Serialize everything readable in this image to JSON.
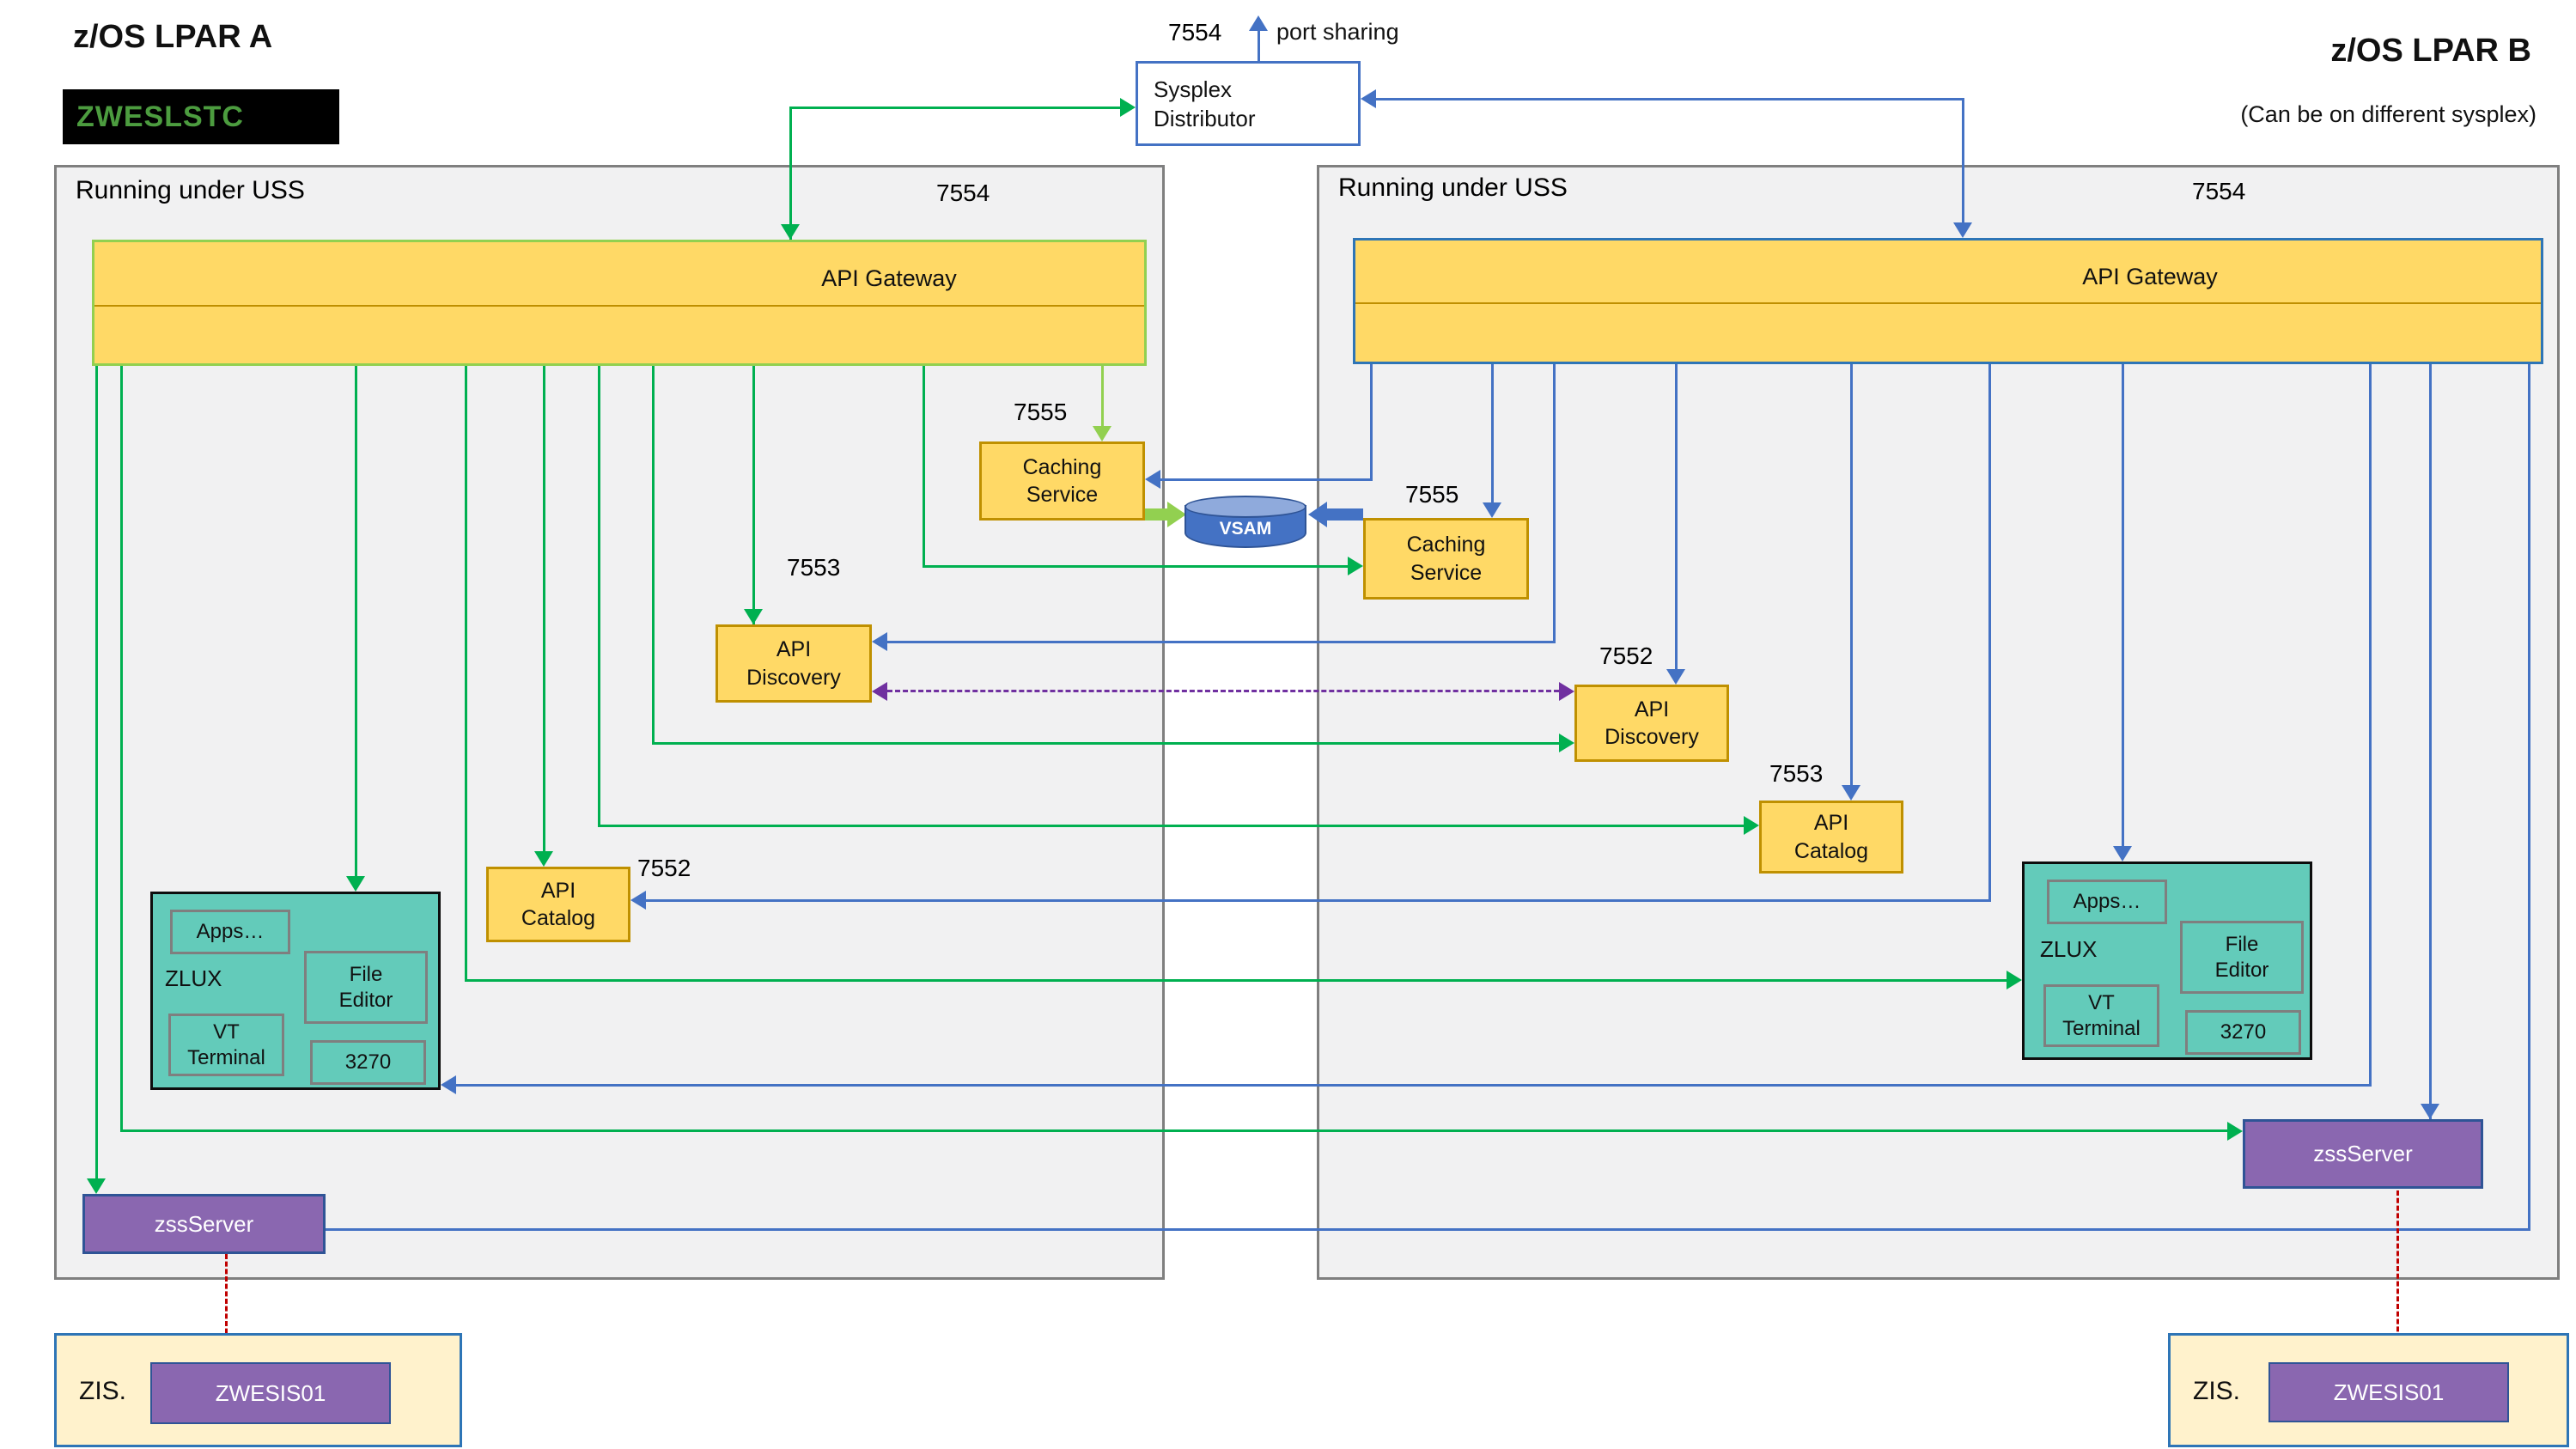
{
  "header": {
    "lpar_a_title": "z/OS LPAR A",
    "badge": "ZWESLSTC",
    "lpar_b_title": "z/OS LPAR B",
    "lpar_b_subtitle": "(Can be on different sysplex)"
  },
  "sysplex": {
    "label": "Sysplex Distributor",
    "port": "7554",
    "note": "port sharing"
  },
  "vsam": {
    "label": "VSAM"
  },
  "lpar_a": {
    "uss_header": "Running under USS",
    "gateway_port": "7554",
    "gateway_label": "API Gateway",
    "caching_port": "7555",
    "caching_label": "Caching Service",
    "discovery_port": "7553",
    "discovery_label": "API Discovery",
    "catalog_port": "7552",
    "catalog_label": "API Catalog",
    "zlux": {
      "apps": "Apps…",
      "label": "ZLUX",
      "file_editor": "File Editor",
      "vt_terminal": "VT Terminal",
      "t3270": "3270"
    },
    "zss_label": "zssServer",
    "zis_label": "ZIS.",
    "zis_program": "ZWESIS01"
  },
  "lpar_b": {
    "uss_header": "Running under USS",
    "gateway_port": "7554",
    "gateway_label": "API Gateway",
    "caching_port": "7555",
    "caching_label": "Caching Service",
    "discovery_port": "7552",
    "discovery_label": "API Discovery",
    "catalog_port": "7553",
    "catalog_label": "API Catalog",
    "zlux": {
      "apps": "Apps…",
      "label": "ZLUX",
      "file_editor": "File Editor",
      "vt_terminal": "VT Terminal",
      "t3270": "3270"
    },
    "zss_label": "zssServer",
    "zis_label": "ZIS.",
    "zis_program": "ZWESIS01"
  },
  "colors": {
    "green_line": "#00B050",
    "light_green": "#92D050",
    "blue_line": "#4472C4",
    "purple_dash": "#7030A0",
    "red_dash": "#C00000",
    "yellow_fill": "#FFD966",
    "gold_border": "#BF9000",
    "teal_fill": "#63CBBA",
    "purple_fill": "#8A67B0",
    "cream_fill": "#FFF2CC",
    "panel_fill": "#F1F1F2",
    "badge_bg": "#000000",
    "badge_text": "#4C9C3F"
  }
}
